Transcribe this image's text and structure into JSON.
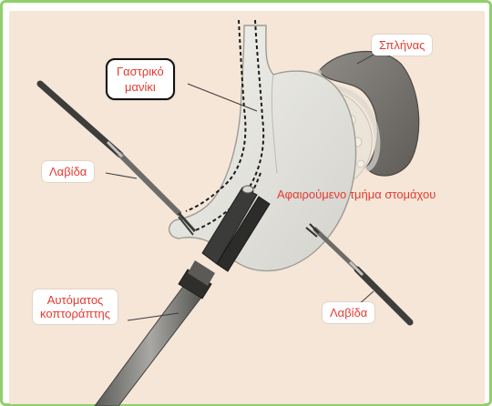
{
  "labels": {
    "gastric_sleeve_line1": "Γαστρικό",
    "gastric_sleeve_line2": "μανίκι",
    "spleen": "Σπλήνας",
    "forceps_left": "Λαβίδα",
    "forceps_right": "Λαβίδα",
    "removed_stomach": "Αφαιρούμενο τμήμα στομάχου",
    "stapler_line1": "Αυτόματος",
    "stapler_line2": "κοπτοράπτης"
  },
  "colors": {
    "frame_border": "#8fcf6a",
    "panel_background": "#f6e6d8",
    "label_text": "#e43a2f"
  }
}
